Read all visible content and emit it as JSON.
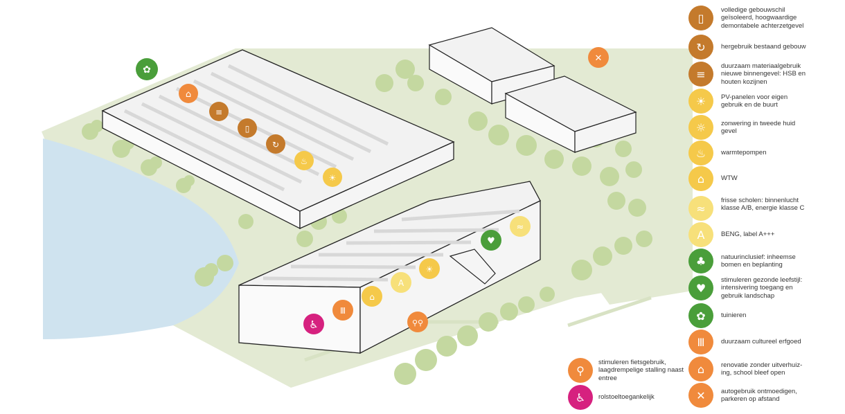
{
  "colors": {
    "orange": "#f08a3c",
    "brown": "#c47a2c",
    "yellow": "#f5c94a",
    "lightyellow": "#f7e07a",
    "green": "#4a9e3a",
    "magenta": "#d6217f",
    "tree": "#c4d8a0",
    "ground": "#e3ead3",
    "water": "#cfe3ef"
  },
  "legend": [
    {
      "icon": "facade-panel-icon",
      "color": "#c47a2c",
      "label": "volledige gebouwschil geïsoleerd, hoogwaardige demontabele achterzetgevel"
    },
    {
      "icon": "reuse-building-icon",
      "color": "#c47a2c",
      "label": "hergebruik bestaand gebouw"
    },
    {
      "icon": "timber-material-icon",
      "color": "#c47a2c",
      "label": "duurzaam materiaalgebruik nieuwe binnengevel: HSB en houten kozijnen"
    },
    {
      "icon": "solar-panel-icon",
      "color": "#f5c94a",
      "label": "PV-panelen voor eigen gebruik en de buurt"
    },
    {
      "icon": "sunshade-icon",
      "color": "#f5c94a",
      "label": "zonwering in tweede huid gevel"
    },
    {
      "icon": "heat-pump-icon",
      "color": "#f5c94a",
      "label": "warmtepompen"
    },
    {
      "icon": "wtw-icon",
      "color": "#f5c94a",
      "label": "WTW"
    },
    {
      "icon": "fresh-air-icon",
      "color": "#f7e07a",
      "label": "frisse scholen: binnenlucht klasse A/B, energie klasse C"
    },
    {
      "icon": "beng-label-icon",
      "color": "#f7e07a",
      "label": "BENG, label A+++"
    },
    {
      "icon": "tree-icon",
      "color": "#4a9e3a",
      "label": "natuurinclusief: inheemse bomen en beplanting"
    },
    {
      "icon": "heart-plus-icon",
      "color": "#4a9e3a",
      "label": "stimuleren gezonde leefstijl: intensivering toegang en gebruik landschap"
    },
    {
      "icon": "gardening-icon",
      "color": "#4a9e3a",
      "label": "tuinieren"
    },
    {
      "icon": "heritage-icon",
      "color": "#f08a3c",
      "label": "duurzaam cultureel erfgoed"
    },
    {
      "icon": "renovation-icon",
      "color": "#f08a3c",
      "label": "renovatie zonder uitverhuiz-ing, school bleef open"
    },
    {
      "icon": "no-car-icon",
      "color": "#f08a3c",
      "label": "autogebruik ontmoedigen, parkeren op afstand"
    }
  ],
  "bottom_legend": [
    {
      "icon": "bicycle-icon",
      "color": "#f08a3c",
      "label": "stimuleren fietsgebruik, laagdrempelige stalling naast entree"
    },
    {
      "icon": "wheelchair-icon",
      "color": "#d6217f",
      "label": "rolstoeltoegankelijk"
    }
  ]
}
